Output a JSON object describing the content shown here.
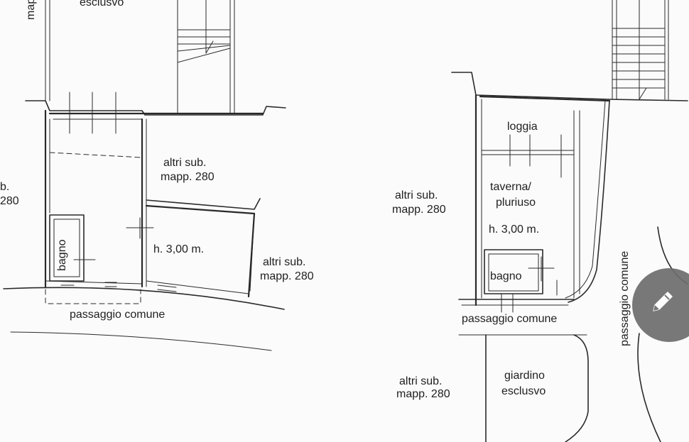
{
  "labels": {
    "esclusivo_top": "esclusvo",
    "map_top": "map",
    "altri_sub": "altri sub.",
    "mapp_280": "mapp. 280",
    "fragment_b": "b.",
    "fragment_280": "280",
    "bagno": "bagno",
    "height": "h. 3,00 m.",
    "passaggio_comune": "passaggio comune",
    "loggia": "loggia",
    "taverna": "taverna/",
    "pluriuso": "pluriuso",
    "giardino": "giardino",
    "esclusivo": "esclusvo"
  },
  "icons": {
    "edit": "pencil-icon"
  }
}
